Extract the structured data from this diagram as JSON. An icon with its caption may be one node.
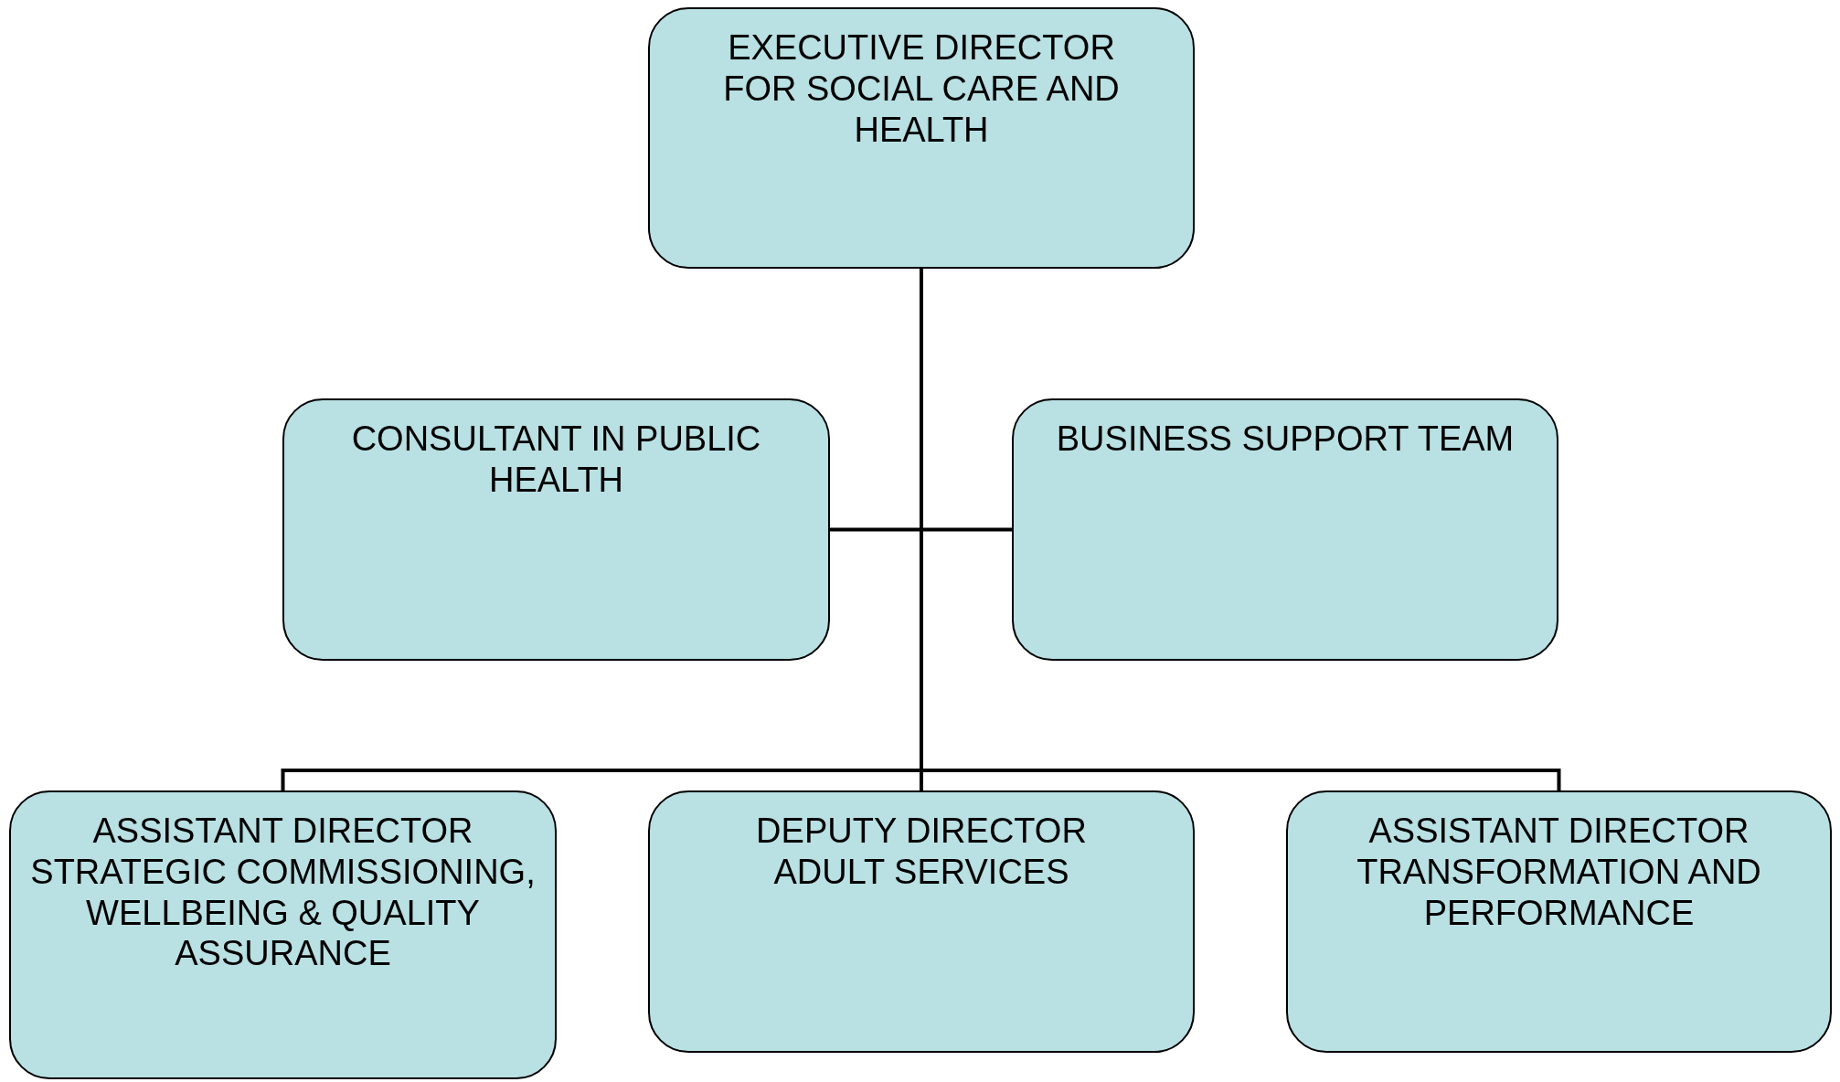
{
  "diagram": {
    "nodes": [
      {
        "text": [
          "EXECUTIVE DIRECTOR FOR SOCIAL CARE AND HEALTH"
        ]
      },
      {
        "text": [
          "CONSULTANT IN PUBLIC HEALTH"
        ]
      },
      {
        "text": [
          "BUSINESS SUPPORT TEAM"
        ]
      },
      {
        "text": [
          "ASSISTANT DIRECTOR STRATEGIC COMMISSIONING, WELLBEING & QUALITY ASSURANCE"
        ]
      },
      {
        "text": [
          "DEPUTY DIRECTOR ADULT SERVICES"
        ]
      },
      {
        "text": [
          "ASSISTANT DIRECTOR TRANSFORMATION AND PERFORMANCE"
        ]
      }
    ],
    "edges": [
      {
        "from": 0,
        "to": 1,
        "arrow": "none"
      },
      {
        "from": 0,
        "to": 2,
        "arrow": "none"
      },
      {
        "from": 0,
        "to": 3,
        "arrow": "none"
      },
      {
        "from": 0,
        "to": 4,
        "arrow": "none"
      },
      {
        "from": 0,
        "to": 5,
        "arrow": "none"
      }
    ]
  }
}
